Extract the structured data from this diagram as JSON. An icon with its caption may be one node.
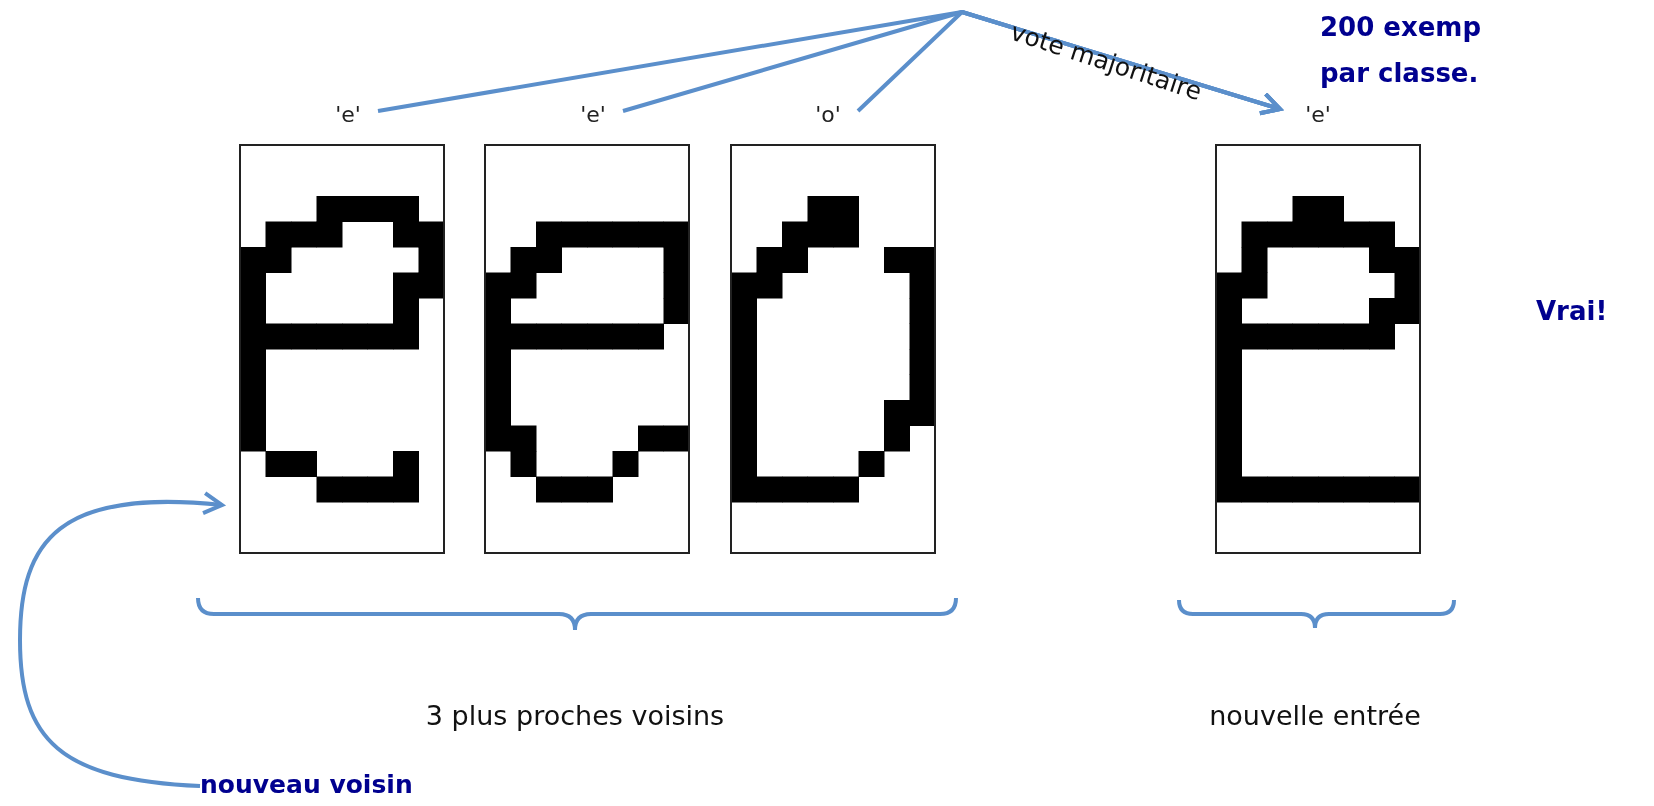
{
  "diagram": {
    "nodes": [
      {
        "text": [
          "'e'"
        ]
      },
      {
        "text": [
          "'e'"
        ]
      },
      {
        "text": [
          "'o'"
        ]
      },
      {
        "text": [
          "'e'"
        ]
      },
      {
        "text": [],
        "shape": "picture"
      },
      {
        "text": [],
        "shape": "picture"
      },
      {
        "text": [],
        "shape": "picture"
      },
      {
        "text": [],
        "shape": "picture"
      },
      {
        "text": [
          "nouveau voisin"
        ]
      }
    ],
    "edges": [
      {
        "from": 0,
        "to": 3,
        "arrow": "to"
      },
      {
        "from": 1,
        "to": 3,
        "arrow": "to"
      },
      {
        "from": 2,
        "to": 3,
        "arrow": "to",
        "label": "vote majoritaire"
      },
      {
        "from": 8,
        "to": 4,
        "arrow": "to"
      }
    ],
    "labels": [
      "200 exemp",
      "par classe.",
      "Vrai!",
      "3 plus proches voisins",
      "nouvelle entrée"
    ]
  }
}
